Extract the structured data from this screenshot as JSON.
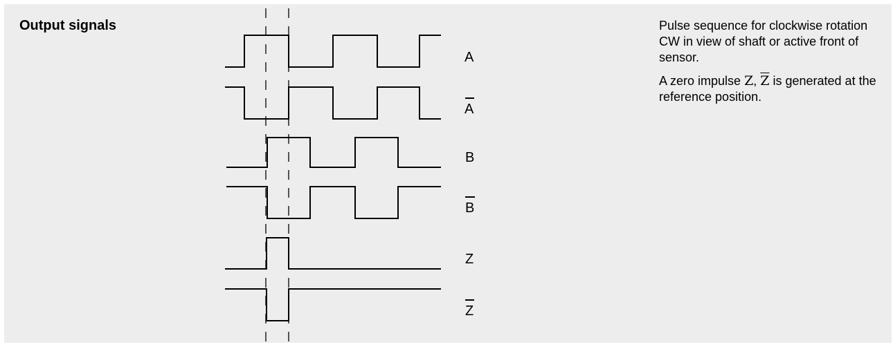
{
  "header": {
    "title": "Output signals"
  },
  "description": {
    "para1": "Pulse sequence for clockwise rotation CW in view of shaft or active front of sensor.",
    "para2_prefix": "A zero impulse ",
    "para2_z": "Z",
    "para2_sep": ", ",
    "para2_zbar": "Z",
    "para2_suffix": " is generated at the reference position."
  },
  "signals": [
    {
      "label": "A"
    },
    {
      "label": "A",
      "overline": true
    },
    {
      "label": "B"
    },
    {
      "label": "B",
      "overline": true
    },
    {
      "label": "Z"
    },
    {
      "label": "Z",
      "overline": true
    }
  ]
}
